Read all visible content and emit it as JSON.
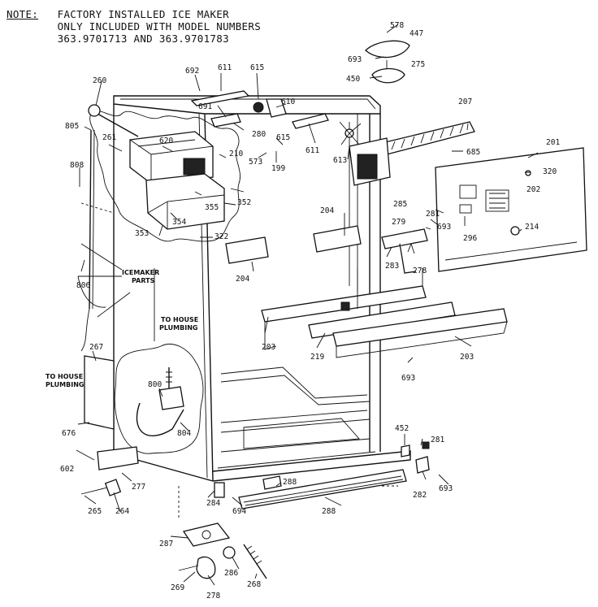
{
  "note": {
    "label": "NOTE:",
    "lines": [
      "FACTORY INSTALLED ICE MAKER",
      "ONLY INCLUDED WITH MODEL NUMBERS",
      "363.9701713 AND 363.9701783"
    ]
  },
  "captions": {
    "icemaker_parts": [
      "ICEMAKER",
      "PARTS"
    ],
    "to_house_plumbing_upper": [
      "TO HOUSE",
      "PLUMBING"
    ],
    "to_house_plumbing_left": [
      "TO HOUSE",
      "PLUMBING"
    ]
  },
  "part_numbers": [
    "578",
    "447",
    "693",
    "275",
    "450",
    "692",
    "611",
    "615",
    "691",
    "610",
    "615",
    "280",
    "611",
    "613",
    "207",
    "260",
    "805",
    "261",
    "620",
    "210",
    "573",
    "199",
    "685",
    "201",
    "320",
    "202",
    "808",
    "355",
    "352",
    "354",
    "353",
    "285",
    "281",
    "693",
    "279",
    "296",
    "214",
    "204",
    "204",
    "322",
    "278",
    "283",
    "806",
    "203",
    "219",
    "203",
    "693",
    "267",
    "800",
    "804",
    "676",
    "602",
    "277",
    "265",
    "264",
    "284",
    "694",
    "288",
    "288",
    "452",
    "281",
    "282",
    "693",
    "287",
    "286",
    "268",
    "269",
    "278"
  ]
}
